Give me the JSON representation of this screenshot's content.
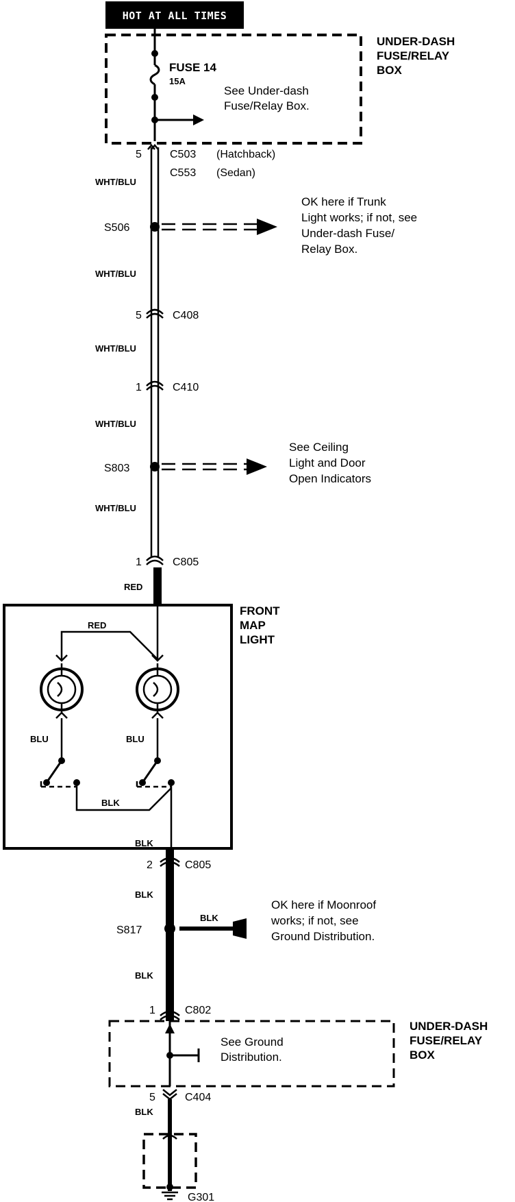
{
  "header": {
    "power_label": "HOT AT ALL TIMES"
  },
  "fuse_box_top": {
    "title_lines": [
      "UNDER-DASH",
      "FUSE/RELAY",
      "BOX"
    ],
    "fuse_name": "FUSE  14",
    "fuse_rating": "15A",
    "note_lines": [
      "See Under-dash",
      "Fuse/Relay Box."
    ]
  },
  "connectors": {
    "c503": {
      "pin": "5",
      "name": "C503",
      "variant": "(Hatchback)"
    },
    "c553": {
      "name": "C553",
      "variant": "(Sedan)"
    },
    "c408": {
      "pin": "5",
      "name": "C408"
    },
    "c410": {
      "pin": "1",
      "name": "C410"
    },
    "c805_top": {
      "pin": "1",
      "name": "C805"
    },
    "c805_bottom": {
      "pin": "2",
      "name": "C805"
    },
    "c802": {
      "pin": "1",
      "name": "C802"
    },
    "c404": {
      "pin": "5",
      "name": "C404"
    }
  },
  "splices": {
    "s506": {
      "name": "S506",
      "note_lines": [
        "OK here if Trunk",
        "Light works; if not, see",
        "Under-dash Fuse/",
        "Relay Box."
      ]
    },
    "s803": {
      "name": "S803",
      "note_lines": [
        "See Ceiling",
        "Light and Door",
        "Open Indicators"
      ]
    },
    "s817": {
      "name": "S817",
      "branch_wire": "BLK",
      "note_lines": [
        "OK here if Moonroof",
        "works; if not, see",
        "Ground Distribution."
      ]
    }
  },
  "wires": {
    "seg1": "WHT/BLU",
    "seg2": "WHT/BLU",
    "seg3": "WHT/BLU",
    "seg4": "WHT/BLU",
    "seg5": "WHT/BLU",
    "red_in": "RED",
    "blk1": "BLK",
    "blk2": "BLK",
    "blk3": "BLK",
    "blk4": "BLK"
  },
  "map_light": {
    "title_lines": [
      "FRONT",
      "MAP",
      "LIGHT"
    ],
    "red_label": "RED",
    "blu_left": "BLU",
    "blu_right": "BLU",
    "blk_label": "BLK"
  },
  "fuse_box_bottom": {
    "title_lines": [
      "UNDER-DASH",
      "FUSE/RELAY",
      "BOX"
    ],
    "note_lines": [
      "See Ground",
      "Distribution."
    ]
  },
  "ground": {
    "name": "G301"
  }
}
